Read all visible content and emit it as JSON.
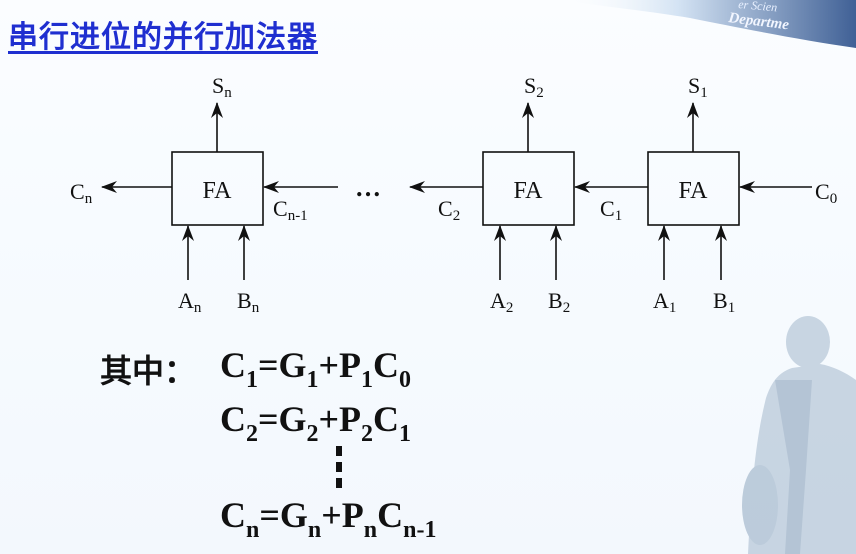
{
  "title": "串行进位的并行加法器",
  "banner_text_1": "er Scien",
  "banner_text_2": "Departme",
  "fa_label": "FA",
  "ellipsis": "…",
  "outputs": {
    "sn": "n",
    "s2": "2",
    "s1": "1"
  },
  "carries": {
    "cn": "n",
    "cn1": "n-1",
    "c2": "2",
    "c1": "1",
    "c0": "0"
  },
  "inputs": {
    "an": "n",
    "bn": "n",
    "a2": "2",
    "b2": "2",
    "a1": "1",
    "b1": "1"
  },
  "qizhong": "其中：",
  "eq1": {
    "c": "C",
    "cs": "1",
    "g": "=G",
    "gs": "1",
    "p": "+P",
    "ps": "1",
    "c2": "C",
    "c2s": "0"
  },
  "eq2": {
    "c": "C",
    "cs": "2",
    "g": "=G",
    "gs": "2",
    "p": "+P",
    "ps": "2",
    "c2": "C",
    "c2s": "1"
  },
  "eqn": {
    "c": "C",
    "cs": "n",
    "g": "=G",
    "gs": "n",
    "p": "+P",
    "ps": "n",
    "c2": "C",
    "c2s": "n-1"
  }
}
